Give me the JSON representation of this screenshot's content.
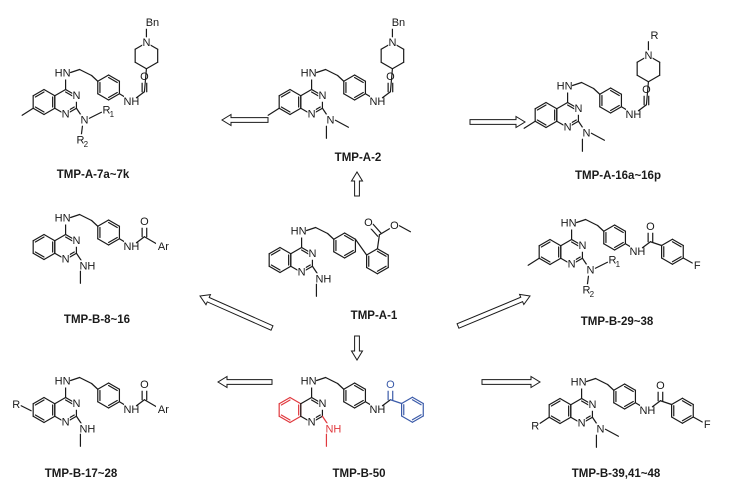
{
  "compounds": [
    {
      "id": "a7",
      "label": "TMP-A-7a~7k"
    },
    {
      "id": "a2",
      "label": "TMP-A-2"
    },
    {
      "id": "a16",
      "label": "TMP-A-16a~16p"
    },
    {
      "id": "b8",
      "label": "TMP-B-8~16"
    },
    {
      "id": "a1",
      "label": "TMP-A-1"
    },
    {
      "id": "b29",
      "label": "TMP-B-29~38"
    },
    {
      "id": "b17",
      "label": "TMP-B-17~28"
    },
    {
      "id": "b50",
      "label": "TMP-B-50"
    },
    {
      "id": "b39",
      "label": "TMP-B-39,41~48"
    }
  ],
  "atoms": {
    "hn": "HN",
    "nh": "NH",
    "n": "N",
    "h": "H",
    "o": "O",
    "bn": "Bn",
    "r": "R",
    "r1": "R",
    "r2": "R",
    "sub1": "1",
    "sub2": "2",
    "ar": "Ar",
    "f": "F"
  },
  "colors": {
    "ink": "#1a1a1a",
    "highlight_red": "#e0393e",
    "highlight_blue": "#3b5ba9"
  }
}
